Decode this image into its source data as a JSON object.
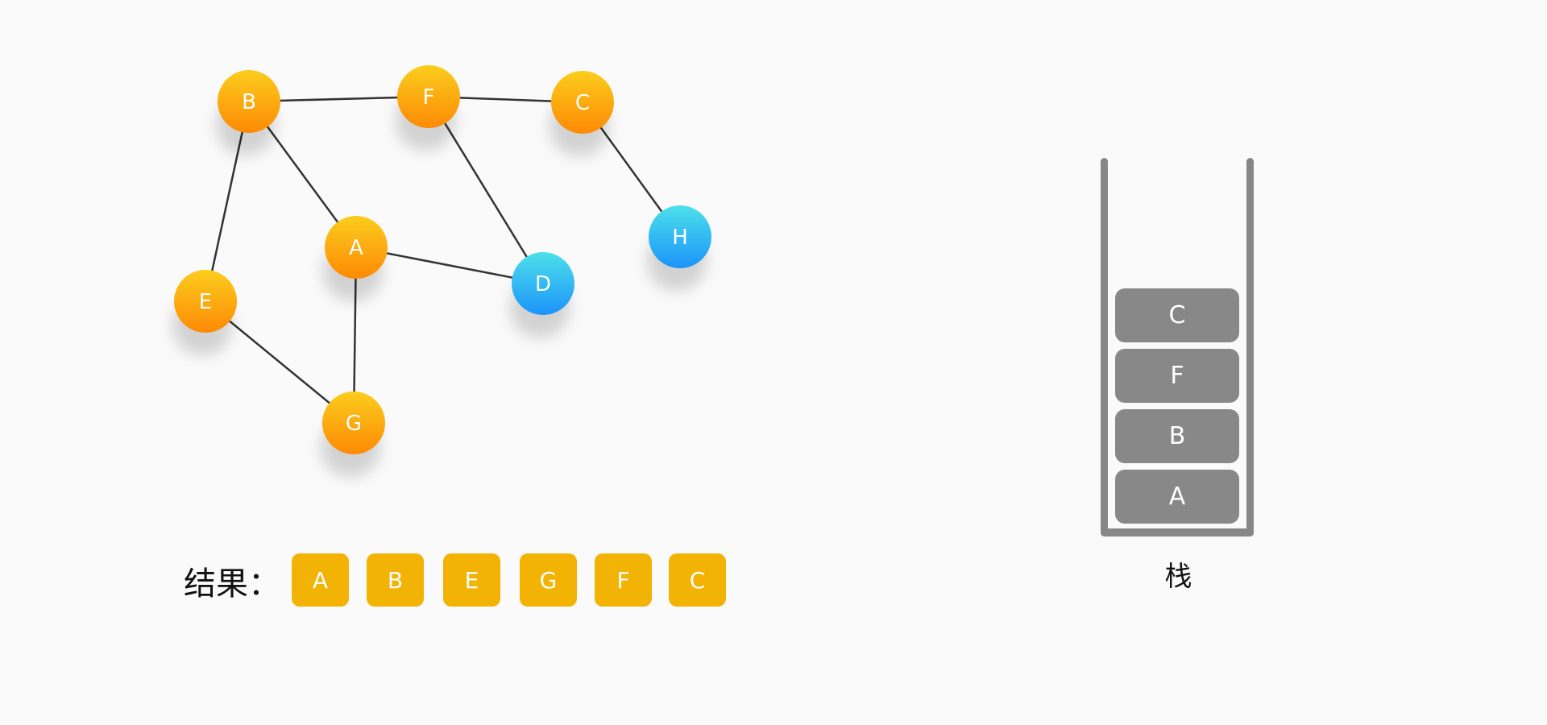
{
  "graph": {
    "nodes": [
      {
        "id": "B",
        "label": "B",
        "state": "visited"
      },
      {
        "id": "F",
        "label": "F",
        "state": "visited"
      },
      {
        "id": "C",
        "label": "C",
        "state": "visited"
      },
      {
        "id": "A",
        "label": "A",
        "state": "visited"
      },
      {
        "id": "E",
        "label": "E",
        "state": "visited"
      },
      {
        "id": "G",
        "label": "G",
        "state": "visited"
      },
      {
        "id": "D",
        "label": "D",
        "state": "unvisited"
      },
      {
        "id": "H",
        "label": "H",
        "state": "unvisited"
      }
    ],
    "edges": [
      [
        "B",
        "F"
      ],
      [
        "F",
        "C"
      ],
      [
        "B",
        "E"
      ],
      [
        "B",
        "A"
      ],
      [
        "F",
        "D"
      ],
      [
        "C",
        "H"
      ],
      [
        "A",
        "D"
      ],
      [
        "A",
        "G"
      ],
      [
        "E",
        "G"
      ]
    ]
  },
  "colors": {
    "visited_top": "#fbcd1d",
    "visited_bottom": "#fe8a05",
    "unvisited_top": "#4ce0ea",
    "unvisited_bottom": "#1c94fa",
    "edge": "#333333",
    "result_box": "#f3b305",
    "stack_wall": "#878787",
    "stack_item": "#888888"
  },
  "result": {
    "label": "结果：",
    "items": [
      "A",
      "B",
      "E",
      "G",
      "F",
      "C"
    ]
  },
  "stack": {
    "caption": "栈",
    "items_top_to_bottom": [
      "C",
      "F",
      "B",
      "A"
    ]
  }
}
